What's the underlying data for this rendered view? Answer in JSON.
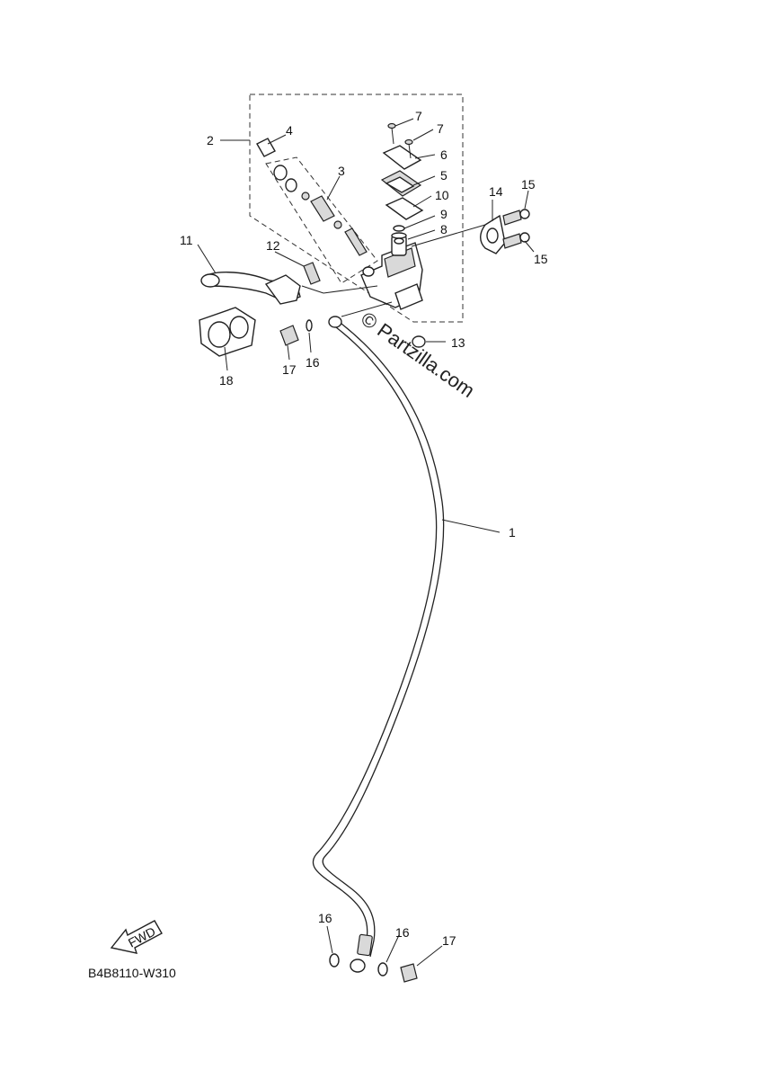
{
  "callouts": {
    "c1": "1",
    "c2": "2",
    "c3": "3",
    "c4": "4",
    "c5": "5",
    "c6": "6",
    "c7a": "7",
    "c7b": "7",
    "c8": "8",
    "c9": "9",
    "c10": "10",
    "c11": "11",
    "c12": "12",
    "c13": "13",
    "c14": "14",
    "c15a": "15",
    "c15b": "15",
    "c16a": "16",
    "c16b": "16",
    "c16c": "16",
    "c17a": "17",
    "c17b": "17",
    "c18": "18"
  },
  "watermark": "© Partzilla.com",
  "fwd_label": "FWD",
  "diagram_code": "B4B8110-W310"
}
